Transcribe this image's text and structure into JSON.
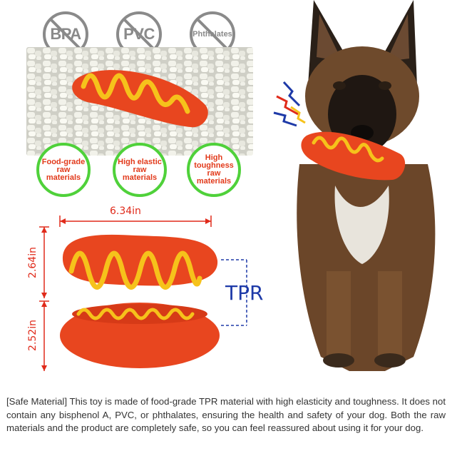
{
  "badges": [
    {
      "label": "BPA",
      "icon": "no-bpa-icon"
    },
    {
      "label": "PVC",
      "icon": "no-pvc-icon"
    },
    {
      "label": "Phthalates",
      "icon": "no-phthalates-icon"
    }
  ],
  "features": [
    "Food-grade\nraw\nmaterials",
    "High elastic\nraw\nmaterials",
    "High\ntoughness\nraw\nmaterials"
  ],
  "dimensions": {
    "length": "6.34in",
    "height_top": "2.64in",
    "height_bottom": "2.52in"
  },
  "material_label": "TPR",
  "description": "[Safe Material] This toy is made of food-grade TPR material with high elasticity and toughness. It does not contain any bisphenol A, PVC, or phthalates, ensuring the health and safety of your dog. Both the raw materials and the product are completely safe, so you can feel reassured about using it for your dog.",
  "colors": {
    "toy_red": "#e8461f",
    "mustard": "#f6c21b",
    "feature_ring": "#4fd13a",
    "dimension_red": "#e02a1a",
    "tpr_blue": "#1e3aa8"
  }
}
